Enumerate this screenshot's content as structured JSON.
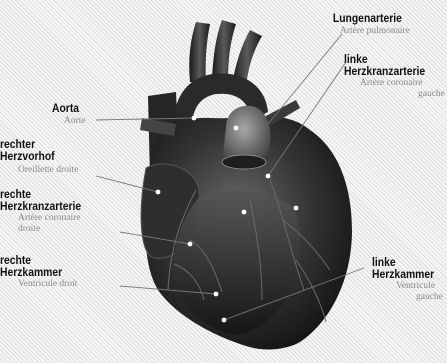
{
  "labels": {
    "lungenarterie": {
      "de": "Lungenarterie",
      "fr": "Artère pulmonaire"
    },
    "linke_kranz": {
      "de_1": "linke",
      "de_2": "Herzkranzarterie",
      "fr_1": "Artère coronaire",
      "fr_2": "gauche"
    },
    "aorta": {
      "de": "Aorta",
      "fr": "Aorte"
    },
    "rechter_vorhof": {
      "de_1": "rechter",
      "de_2": "Herzvorhof",
      "fr": "Oreillette droite"
    },
    "rechte_kranz": {
      "de_1": "rechte",
      "de_2": "Herzkranzarterie",
      "fr_1": "Artère coronaire",
      "fr_2": "droite"
    },
    "rechte_kammer": {
      "de_1": "rechte",
      "de_2": "Herzkammer",
      "fr": "Ventricule droit"
    },
    "linke_kammer": {
      "de_1": "linke",
      "de_2": "Herzkammer",
      "fr_1": "Ventricule",
      "fr_2": "gauche"
    }
  },
  "colors": {
    "heart_dark": "#1c1c1c",
    "heart_mid": "#4a4a4a",
    "heart_light": "#9a9a9a",
    "leader_line": "#777777",
    "marker_dot": "#ffffff"
  }
}
